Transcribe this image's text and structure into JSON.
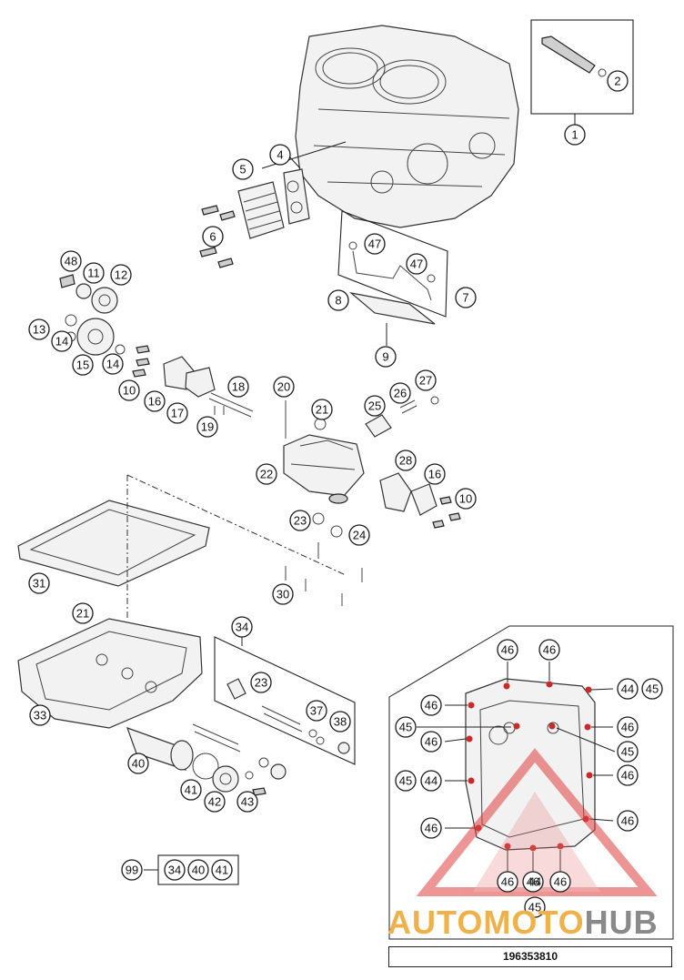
{
  "drawing_number": "196353810",
  "watermark": {
    "part1": "AUTOMOTO",
    "part2": "HUB"
  },
  "callouts": {
    "c1": "1",
    "c2": "2",
    "c4": "4",
    "c5": "5",
    "c6": "6",
    "c7": "7",
    "c8": "8",
    "c9": "9",
    "c10a": "10",
    "c10b": "10",
    "c11": "11",
    "c12": "12",
    "c13": "13",
    "c14a": "14",
    "c14b": "14",
    "c15": "15",
    "c16a": "16",
    "c16b": "16",
    "c17": "17",
    "c18": "18",
    "c19": "19",
    "c20": "20",
    "c21a": "21",
    "c21b": "21",
    "c22": "22",
    "c23a": "23",
    "c23b": "23",
    "c24": "24",
    "c25": "25",
    "c26": "26",
    "c27": "27",
    "c28": "28",
    "c30": "30",
    "c31": "31",
    "c33": "33",
    "c34": "34",
    "c37": "37",
    "c38": "38",
    "c40": "40",
    "c41": "41",
    "c42": "42",
    "c43": "43",
    "c47a": "47",
    "c47b": "47",
    "c48": "48"
  },
  "kit": {
    "ref": "99",
    "items": [
      "34",
      "40",
      "41"
    ]
  },
  "inset": {
    "callouts": [
      "46",
      "46",
      "44",
      "45",
      "46",
      "45",
      "46",
      "46",
      "45",
      "46",
      "45",
      "44",
      "46",
      "46",
      "46",
      "46",
      "44",
      "46",
      "45"
    ]
  }
}
